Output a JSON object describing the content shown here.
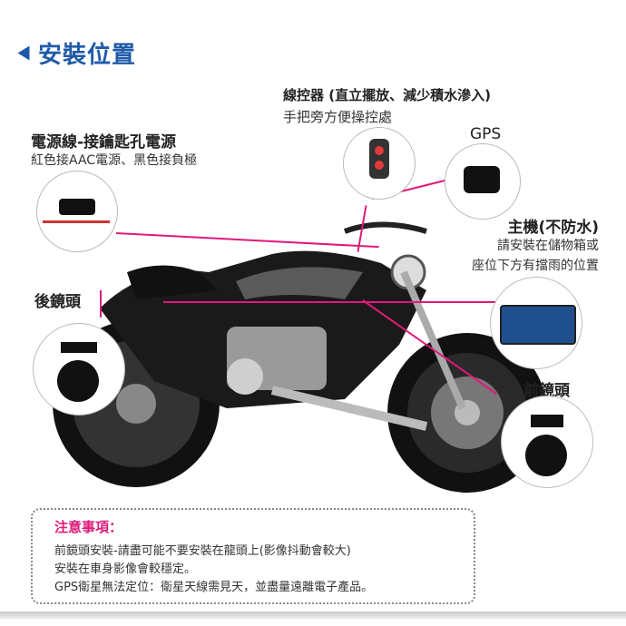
{
  "title": "安裝位置",
  "labels": {
    "controller_title": "線控器 (直立擺放、減少積水滲入)",
    "controller_sub": "手把旁方便操控處",
    "gps": "GPS",
    "power_title": "電源線-接鑰匙孔電源",
    "power_sub": "紅色接AAC電源、黑色接負極",
    "main_title": "主機(不防水)",
    "main_sub1": "請安裝在儲物箱或",
    "main_sub2": "座位下方有擋雨的位置",
    "rear_cam": "後鏡頭",
    "front_cam": "前鏡頭"
  },
  "note": {
    "heading": "注意事項：",
    "line1": "前鏡頭安裝-請盡可能不要安裝在龍頭上(影像抖動會較大)",
    "line2": "安裝在車身影像會較穩定。",
    "line3": "GPS衛星無法定位：衛星天線需見天，並盡量遠離電子產品。"
  },
  "colors": {
    "accent": "#1f5aa8",
    "line": "#e01a79"
  }
}
